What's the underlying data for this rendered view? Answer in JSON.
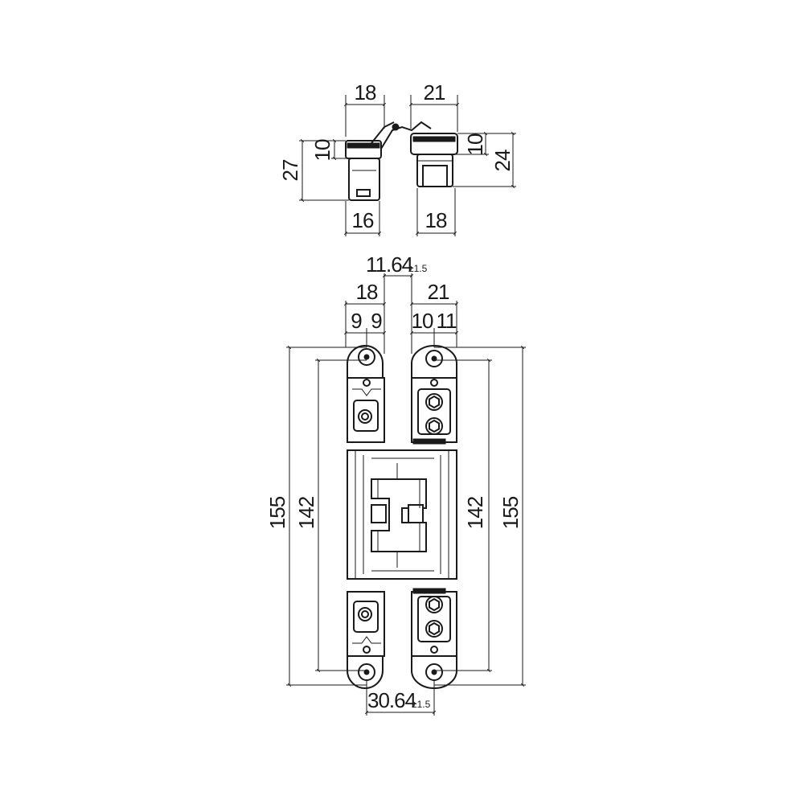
{
  "top_view": {
    "dim_width_left_top": "18",
    "dim_width_right_top": "21",
    "dim_height_left_total": "27",
    "dim_height_left_flange": "10",
    "dim_height_right_flange": "10",
    "dim_height_right_total": "24",
    "dim_width_left_bottom": "16",
    "dim_width_right_bottom": "18"
  },
  "front_view": {
    "dim_gap": "11.64",
    "dim_gap_tolerance": "±1.5",
    "dim_left_width": "18",
    "dim_right_width": "21",
    "dim_left_a": "9",
    "dim_left_b": "9",
    "dim_right_a": "10",
    "dim_right_b": "11",
    "dim_height_outer_left": "155",
    "dim_height_inner_left": "142",
    "dim_height_inner_right": "142",
    "dim_height_outer_right": "155",
    "dim_bottom_span": "30.64",
    "dim_bottom_span_tolerance": "±1.5"
  }
}
